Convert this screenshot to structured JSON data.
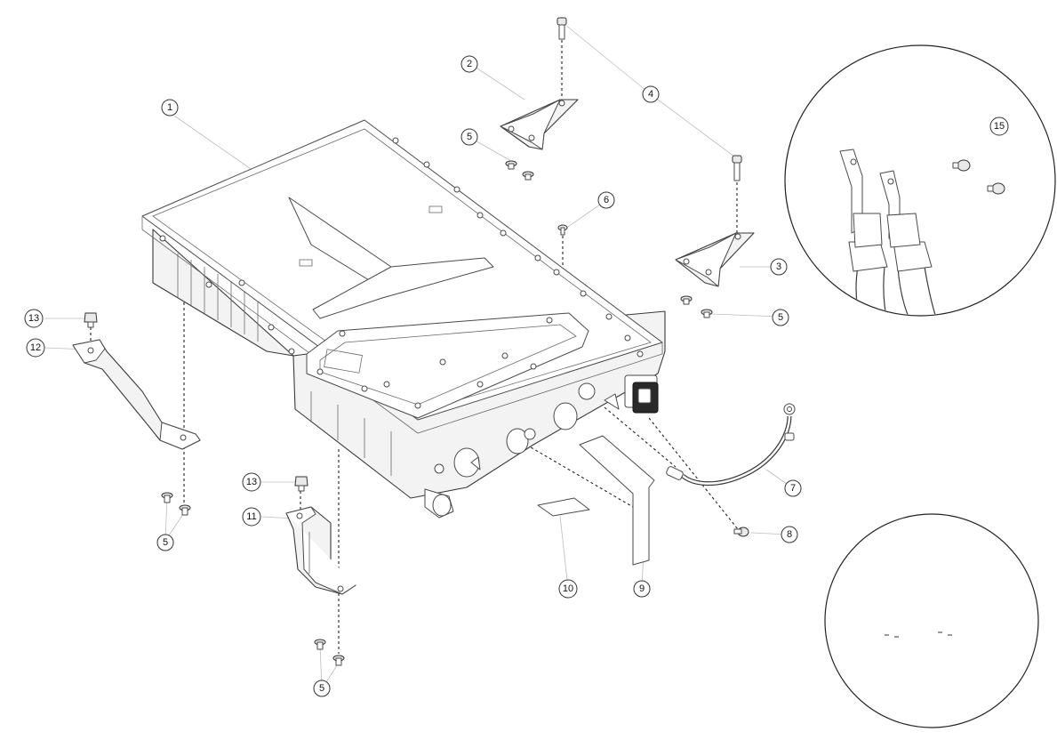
{
  "callouts": [
    {
      "id": "1",
      "label": "1"
    },
    {
      "id": "2",
      "label": "2"
    },
    {
      "id": "3",
      "label": "3"
    },
    {
      "id": "4",
      "label": "4"
    },
    {
      "id": "5a",
      "label": "5"
    },
    {
      "id": "5b",
      "label": "5"
    },
    {
      "id": "5c",
      "label": "5"
    },
    {
      "id": "5d",
      "label": "5"
    },
    {
      "id": "6",
      "label": "6"
    },
    {
      "id": "7",
      "label": "7"
    },
    {
      "id": "8",
      "label": "8"
    },
    {
      "id": "9",
      "label": "9"
    },
    {
      "id": "10",
      "label": "10"
    },
    {
      "id": "11",
      "label": "11"
    },
    {
      "id": "12",
      "label": "12"
    },
    {
      "id": "13a",
      "label": "13"
    },
    {
      "id": "13b",
      "label": "13"
    },
    {
      "id": "15",
      "label": "15"
    }
  ],
  "colors": {
    "line": "#3a3a3a",
    "fill": "#f3f3f3",
    "leader": "#bdbdbd",
    "background": "#ffffff"
  }
}
